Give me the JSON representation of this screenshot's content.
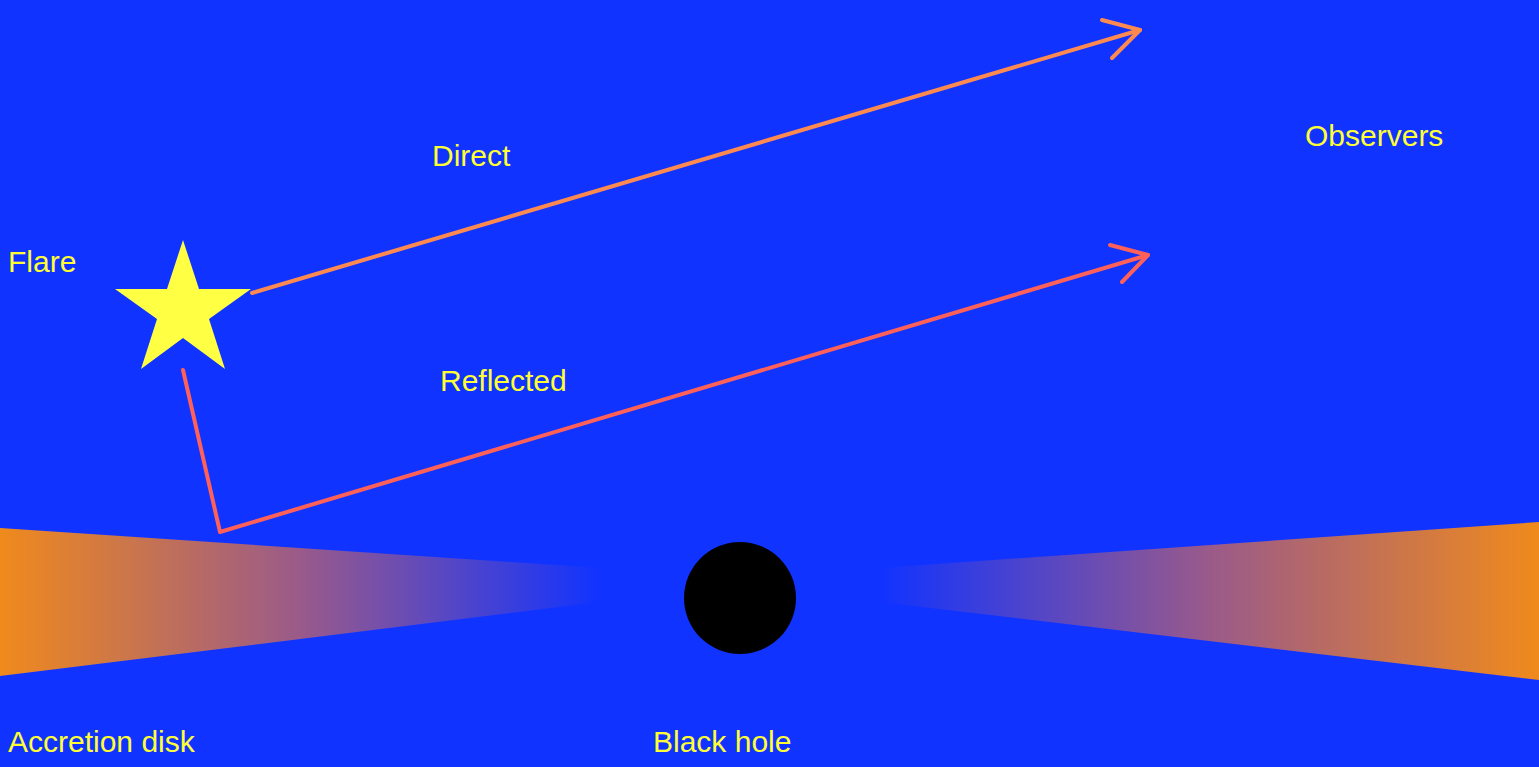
{
  "diagram": {
    "labels": [
      "Direct",
      "Observers",
      "Flare",
      "Reflected",
      "Accretion disk",
      "Black hole"
    ]
  }
}
